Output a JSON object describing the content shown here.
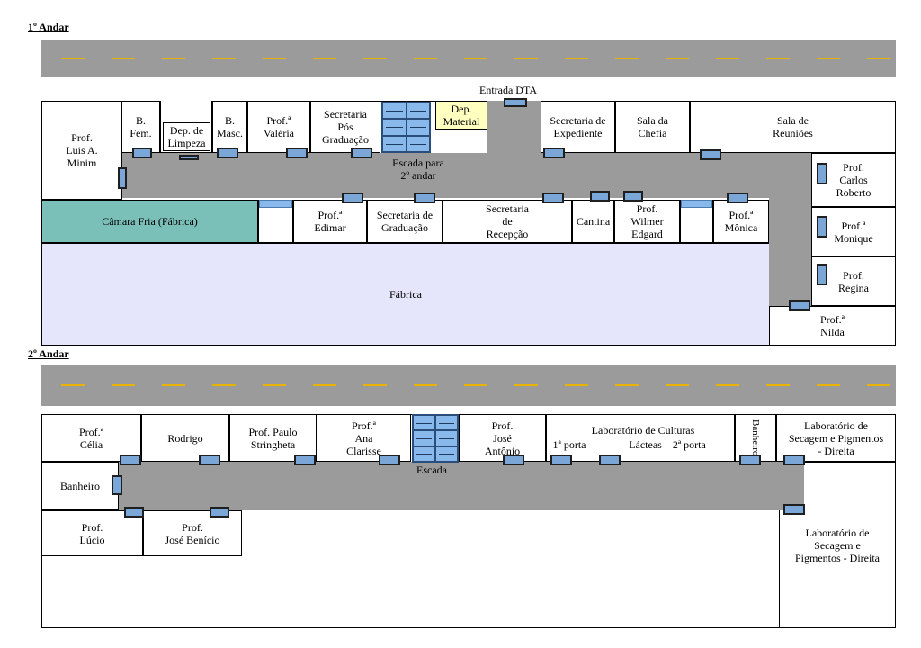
{
  "floors": {
    "first": "1º Andar",
    "second": "2º Andar"
  },
  "f1": {
    "entrada": "Entrada DTA",
    "luis": "Prof.\nLuis A.\nMinim",
    "bfem": "B.\nFem.",
    "limpeza": "Dep. de\nLimpeza",
    "bmasc": "B.\nMasc.",
    "valeria": "Prof.ª\nValéria",
    "pos": "Secretaria\nPós\nGraduação",
    "material": "Dep.\nMaterial",
    "expediente": "Secretaria de\nExpediente",
    "chefia": "Sala da\nChefia",
    "reunioes": "Sala de\nReuniões",
    "escada": "Escada para\n2º andar",
    "carlos": "Prof.\nCarlos\nRoberto",
    "camara": "Câmara Fria (Fábrica)",
    "edimar": "Prof.ª\nEdimar",
    "graduacao": "Secretaria de\nGraduação",
    "recepcao": "Secretaria\nde\nRecepção",
    "cantina": "Cantina",
    "wilmer": "Prof.\nWilmer\nEdgard",
    "monica": "Prof.ª\nMônica",
    "monique": "Prof.ª\nMonique",
    "regina": "Prof.\nRegina",
    "fabrica": "Fábrica",
    "nilda": "Prof.ª\nNilda"
  },
  "f2": {
    "celia": "Prof.ª\nCélia",
    "rodrigo": "Rodrigo",
    "paulo": "Prof. Paulo\nStringheta",
    "ana": "Prof.ª\nAna\nClarisse",
    "jose_antonio": "Prof.\nJosé\nAntônio",
    "lab_culturas": "Laboratório de Culturas",
    "porta1": "1ª porta",
    "porta2": "Lácteas – 2ª porta",
    "banheiro_v": "Banheiro",
    "lab_secagem_top": "Laboratório de\nSecagem e Pigmentos\n- Direita",
    "escada": "Escada",
    "banheiro": "Banheiro",
    "lucio": "Prof.\nLúcio",
    "jose_benicio": "Prof.\nJosé Benício",
    "lab_secagem_bottom": "Laboratório de\nSecagem e\nPigmentos - Direita"
  },
  "colors": {
    "road": "#9b9b9b",
    "lane": "#e8b200",
    "door": "#7aa6d8",
    "camara": "#7bc0b8",
    "fabrica": "#e5e5fb",
    "material": "#ffffc0"
  }
}
